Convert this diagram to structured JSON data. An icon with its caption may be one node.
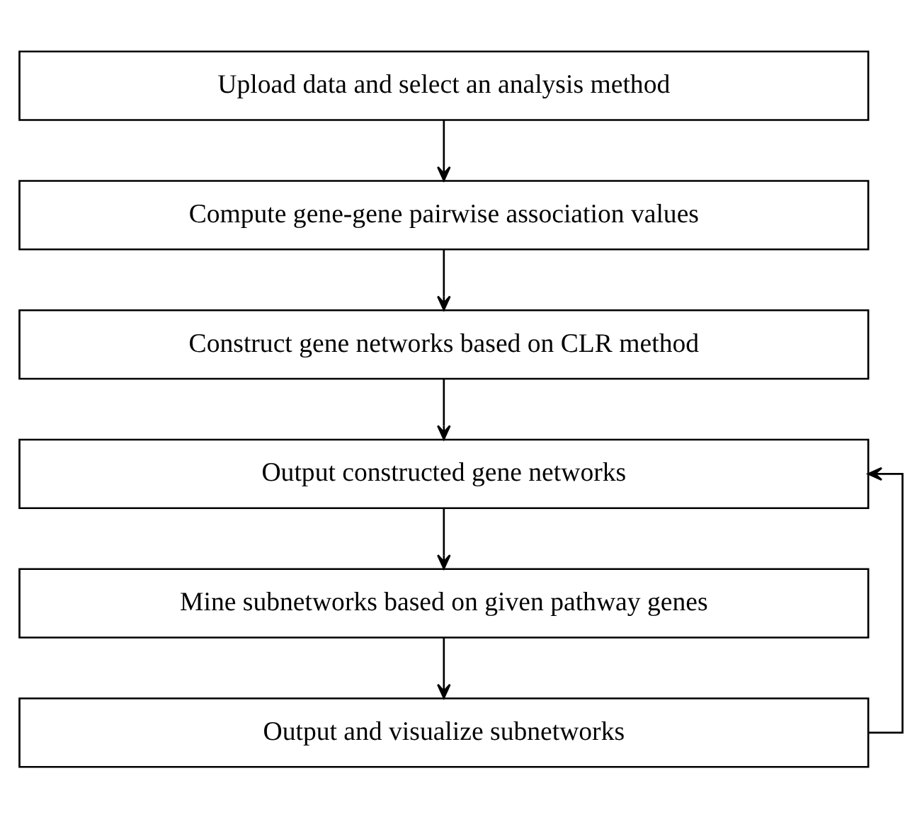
{
  "diagram": {
    "nodes": [
      {
        "text": [
          "Upload data and select an analysis method"
        ]
      },
      {
        "text": [
          "Compute gene-gene pairwise association values"
        ]
      },
      {
        "text": [
          "Construct gene networks based on CLR method"
        ]
      },
      {
        "text": [
          "Output constructed gene networks"
        ]
      },
      {
        "text": [
          "Mine subnetworks based on given pathway genes"
        ]
      },
      {
        "text": [
          "Output and visualize subnetworks"
        ]
      }
    ],
    "edges": [
      {
        "from": 0,
        "to": 1,
        "arrow": "to"
      },
      {
        "from": 1,
        "to": 2,
        "arrow": "to"
      },
      {
        "from": 2,
        "to": 3,
        "arrow": "to"
      },
      {
        "from": 3,
        "to": 4,
        "arrow": "to"
      },
      {
        "from": 4,
        "to": 5,
        "arrow": "to"
      },
      {
        "from": 5,
        "to": 3,
        "arrow": "to"
      }
    ]
  }
}
